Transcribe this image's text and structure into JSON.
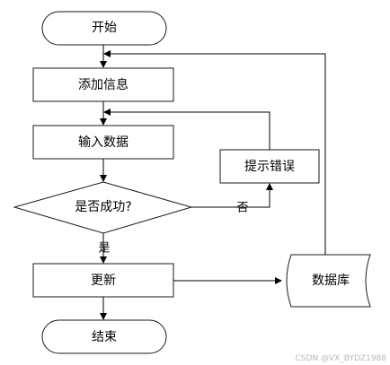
{
  "nodes": {
    "start": "开始",
    "add_info": "添加信息",
    "input_data": "输入数据",
    "decision": "是否成功?",
    "error": "提示错误",
    "update": "更新",
    "database": "数据库",
    "end": "结束"
  },
  "edges": {
    "yes": "是",
    "no": "否"
  },
  "watermark": "CSDN @VX_BYDZ1988"
}
